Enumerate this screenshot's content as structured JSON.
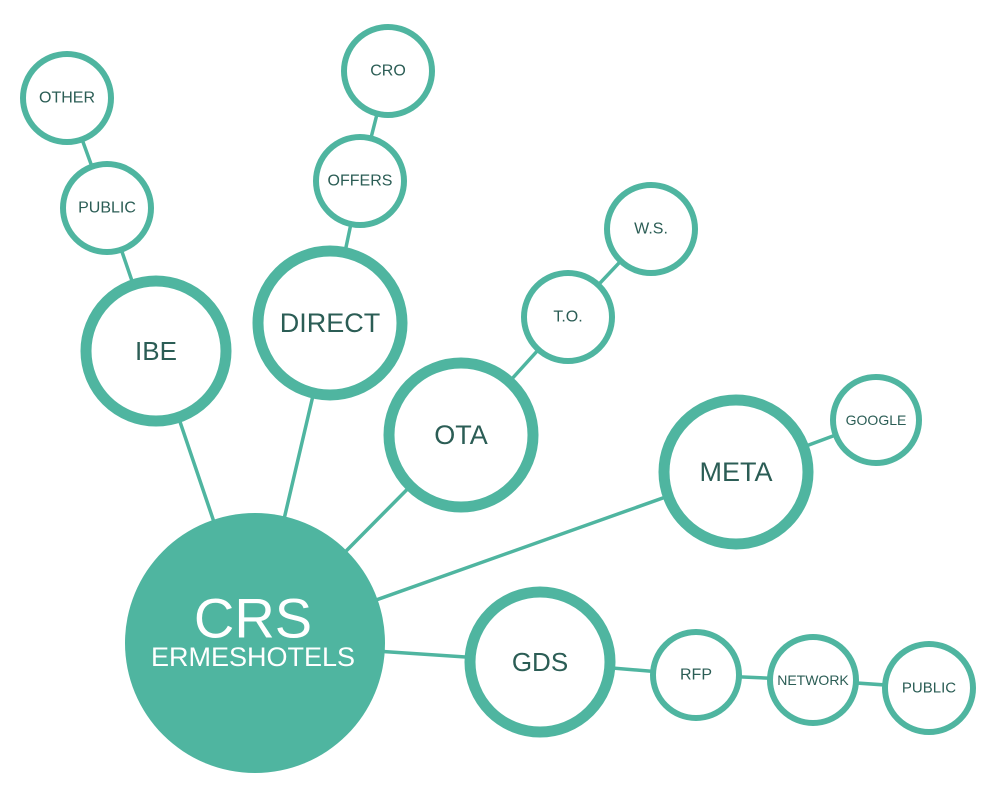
{
  "diagram": {
    "hub": {
      "title": "CRS",
      "subtitle": "ERMESHOTELS"
    },
    "nodes": {
      "ibe": "IBE",
      "direct": "DIRECT",
      "ota": "OTA",
      "meta": "META",
      "gds": "GDS",
      "other": "OTHER",
      "public_ibe": "PUBLIC",
      "cro": "CRO",
      "offers": "OFFERS",
      "to": "T.O.",
      "ws": "W.S.",
      "google": "GOOGLE",
      "rfp": "RFP",
      "network": "NETWORK",
      "public_gds": "PUBLIC"
    },
    "edges": [
      [
        "hub",
        "ibe"
      ],
      [
        "hub",
        "direct"
      ],
      [
        "hub",
        "ota"
      ],
      [
        "hub",
        "meta"
      ],
      [
        "hub",
        "gds"
      ],
      [
        "ibe",
        "public_ibe"
      ],
      [
        "public_ibe",
        "other"
      ],
      [
        "direct",
        "offers"
      ],
      [
        "offers",
        "cro"
      ],
      [
        "ota",
        "to"
      ],
      [
        "to",
        "ws"
      ],
      [
        "meta",
        "google"
      ],
      [
        "gds",
        "rfp"
      ],
      [
        "rfp",
        "network"
      ],
      [
        "network",
        "public_gds"
      ]
    ],
    "colors": {
      "accent": "#4fb5a0",
      "text": "#2b5d55",
      "hub_text": "#ffffff"
    }
  }
}
